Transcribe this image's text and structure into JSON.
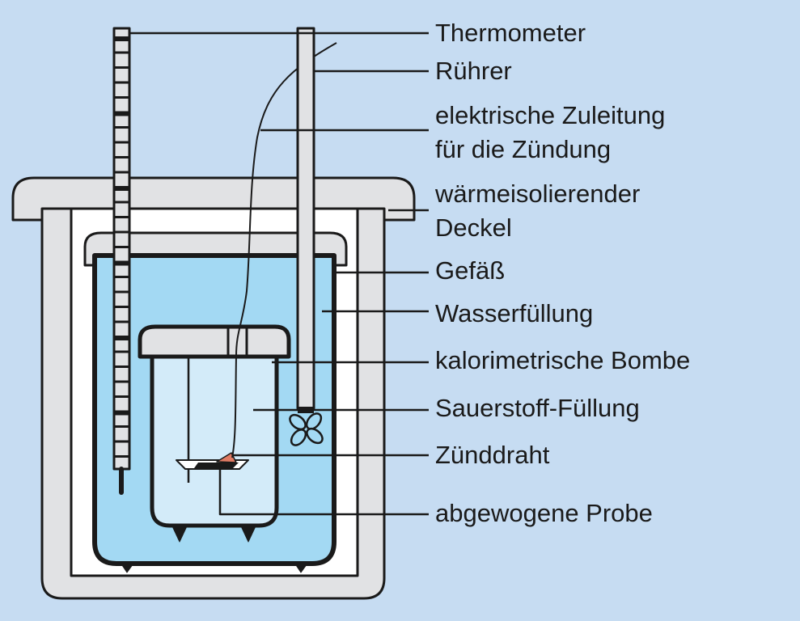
{
  "labels": {
    "thermometer": "Thermometer",
    "stirrer": "Rührer",
    "ignition_lead_1": "elektrische Zuleitung",
    "ignition_lead_2": "für die Zündung",
    "lid_1": "wärmeisolierender",
    "lid_2": "Deckel",
    "vessel": "Gefäß",
    "water": "Wasserfüllung",
    "bomb": "kalorimetrische Bombe",
    "oxygen": "Sauerstoff-Füllung",
    "ignition_wire": "Zünddraht",
    "sample": "abgewogene Probe"
  },
  "colors": {
    "background": "#c6dcf2",
    "insulation": "#e1e2e4",
    "water": "#a3d9f3",
    "bomb_interior": "#d3ebf9",
    "sample": "#e07a63",
    "stroke": "#1a1a1a"
  }
}
